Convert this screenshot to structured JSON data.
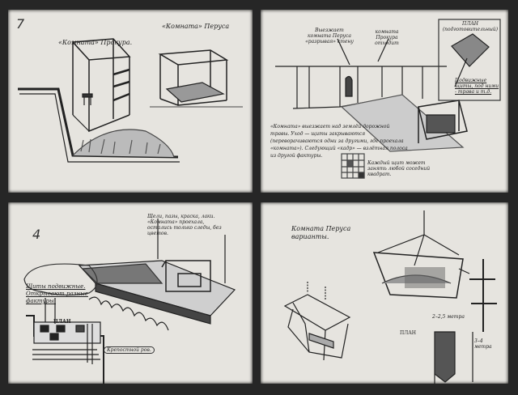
{
  "panel1": {
    "number": "7",
    "label_left": "«Комната» Прокура.",
    "label_right": "«Комната» Перуса"
  },
  "panel2": {
    "callout_left": "Выезжает комната Перуса «разрывая» стену",
    "callout_right": "комната Прокура отходит",
    "plan_title": "ПЛАН (подготовительный)",
    "plan_note": "Подвижные щиты, под ними - трава и т.д.",
    "main_text": "«Комната» выезжает над землёй дорожной травы. Уход — щиты закрываются (переворачиваются одни за другими, где проехала «комната»). Следующий «кадр» — взлётная полоса из другой фактуры.",
    "grid_note": "Каждый щит может занять любой соседний квадрат."
  },
  "panel3": {
    "number": "4",
    "callout_top": "Щели, пазы, краска, лаки. «Комната» проехала, остались только следы, без цветов.",
    "bubble_text": "Щиты подвижные. Открывают разные фактуры.",
    "plan_label": "ПЛАН",
    "moat_label": "Крепостной ров."
  },
  "panel4": {
    "title": "Комната Перуса варианты.",
    "width_label": "2–2,5 метра",
    "plan_label": "ПЛАН",
    "length_label": "3–4 метра"
  }
}
